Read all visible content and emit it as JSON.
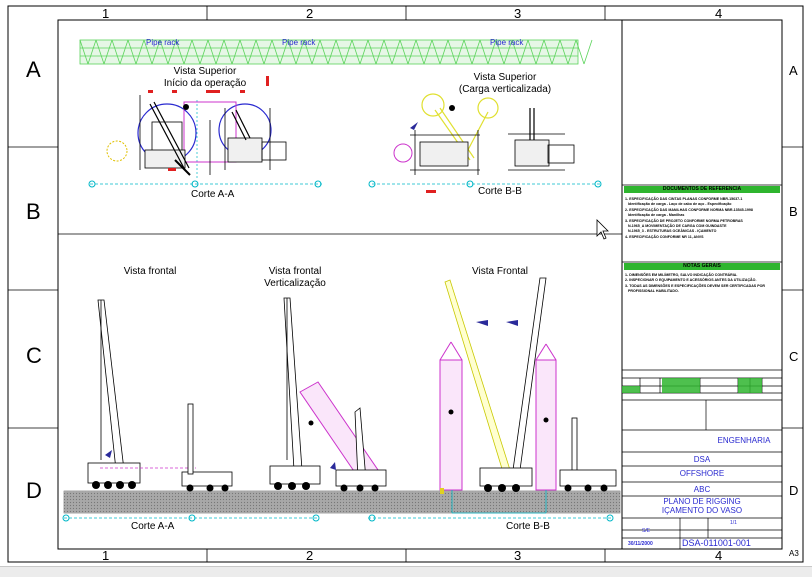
{
  "sheet": {
    "size_label": "A3",
    "columns": [
      "1",
      "2",
      "3",
      "4"
    ],
    "rows": [
      "A",
      "B",
      "C",
      "D"
    ]
  },
  "top_views": {
    "pipe_rack_label": "Pipe rack",
    "left_title": "Vista Superior\nInício da operação",
    "right_title": "Vista Superior\n(Carga verticalizada)",
    "cut_left": "Corte A-A",
    "cut_right": "Corte B-B"
  },
  "front_views": {
    "title_1": "Vista frontal",
    "title_2": "Vista frontal\nVerticalização",
    "title_3": "Vista Frontal",
    "cut_left": "Corte A-A",
    "cut_right": "Corte B-B"
  },
  "title_block": {
    "ref_docs_header": "DOCUMENTOS DE REFERENCIA",
    "ref_docs": [
      "1- ESPECIFICAÇÃO DAS CINTAS PLANAS CONFORME NBR-15637-1",
      "   Identificação de carga - Laço de cabo de aço - Especificação",
      "2- ESPECIFICAÇÃO DAS MANILHAS CONFORME NORMA NBR-13545-1998",
      "   Identificação de carga - Manilhas",
      "3- ESPECIFICAÇÃO DE PROJETO CONFORME NORMA PETROBRAS",
      "   N-1965_A MOVIMENTAÇÃO DE CARGA COM GUINDASTE",
      "   N-1965_3 - ESTRUTURAS OCEÂNICAS - IÇAMENTO",
      "4- ESPECIFICAÇÃO CONFORME NR 11, ANVS"
    ],
    "notes_header": "NOTAS GERAIS",
    "notes": [
      "1- DIMENSÕES EM MILÍMETRO, SALVO INDICAÇÃO CONTRÁRIA.",
      "2- INSPECIONAR O EQUIPAMENTO E ACESSÓRIOS ANTES DA UTILIZAÇÃO.",
      "3- TODAS AS DIMENSÕES E ESPECIFICAÇÕES DEVEM SER CERTIFICADAS POR",
      "   PROFISSIONAL HABILITADO."
    ],
    "department": "ENGENHARIA",
    "client": "DSA",
    "unit": "OFFSHORE",
    "area": "ABC",
    "title": "PLANO DE RIGGING\nIÇAMENTO DO VASO",
    "scale": "S/E",
    "sheet_no": "1/1",
    "date": "30/11/2000",
    "drawing_no": "DSA-011001-001"
  },
  "colors": {
    "frame": "#000000",
    "dimension_cyan": "#00b7c7",
    "pipe_rack_green": "#5bd35b",
    "sling_magenta": "#cc33cc",
    "load_yellow": "#e0e030",
    "label_blue": "#2a2ad0",
    "marker_red": "#e02020",
    "header_green": "#2fb52f"
  }
}
